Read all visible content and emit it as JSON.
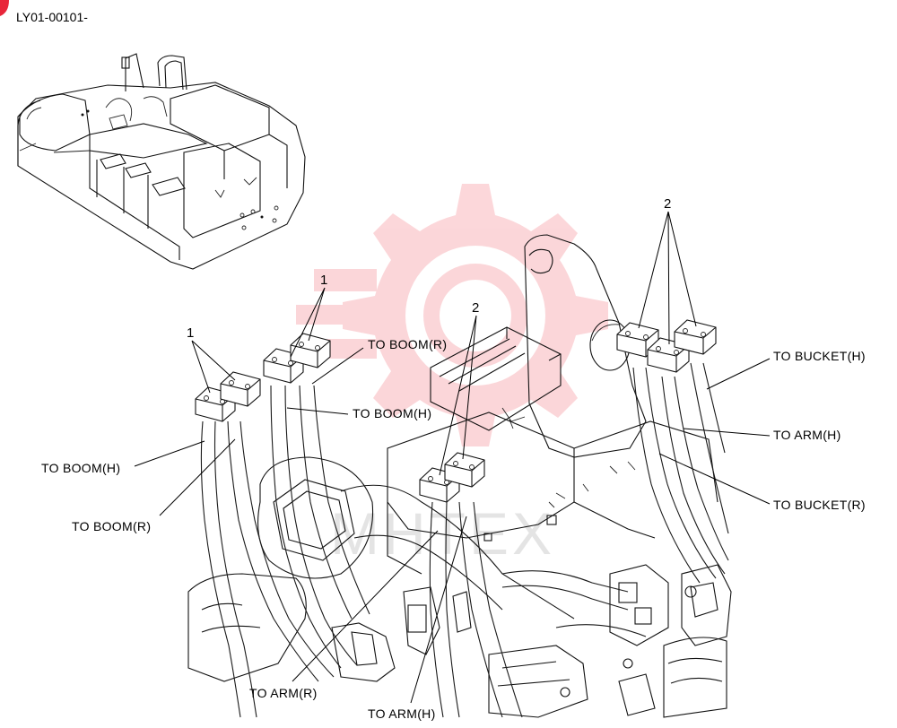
{
  "document": {
    "code": "LY01-00101-"
  },
  "callouts": {
    "one_left": "1",
    "one_mid": "1",
    "two_mid": "2",
    "two_right": "2"
  },
  "labels": {
    "boom_r_top": "TO BOOM(R)",
    "boom_h_mid": "TO BOOM(H)",
    "boom_h_left": "TO BOOM(H)",
    "boom_r_left": "TO BOOM(R)",
    "bucket_h": "TO BUCKET(H)",
    "arm_h_right": "TO ARM(H)",
    "bucket_r": "TO BUCKET(R)",
    "arm_r_bottom": "TO ARM(R)",
    "arm_h_bottom": "TO ARM(H)"
  },
  "watermark": {
    "text": "MHTEX",
    "color": "#f04b55"
  }
}
